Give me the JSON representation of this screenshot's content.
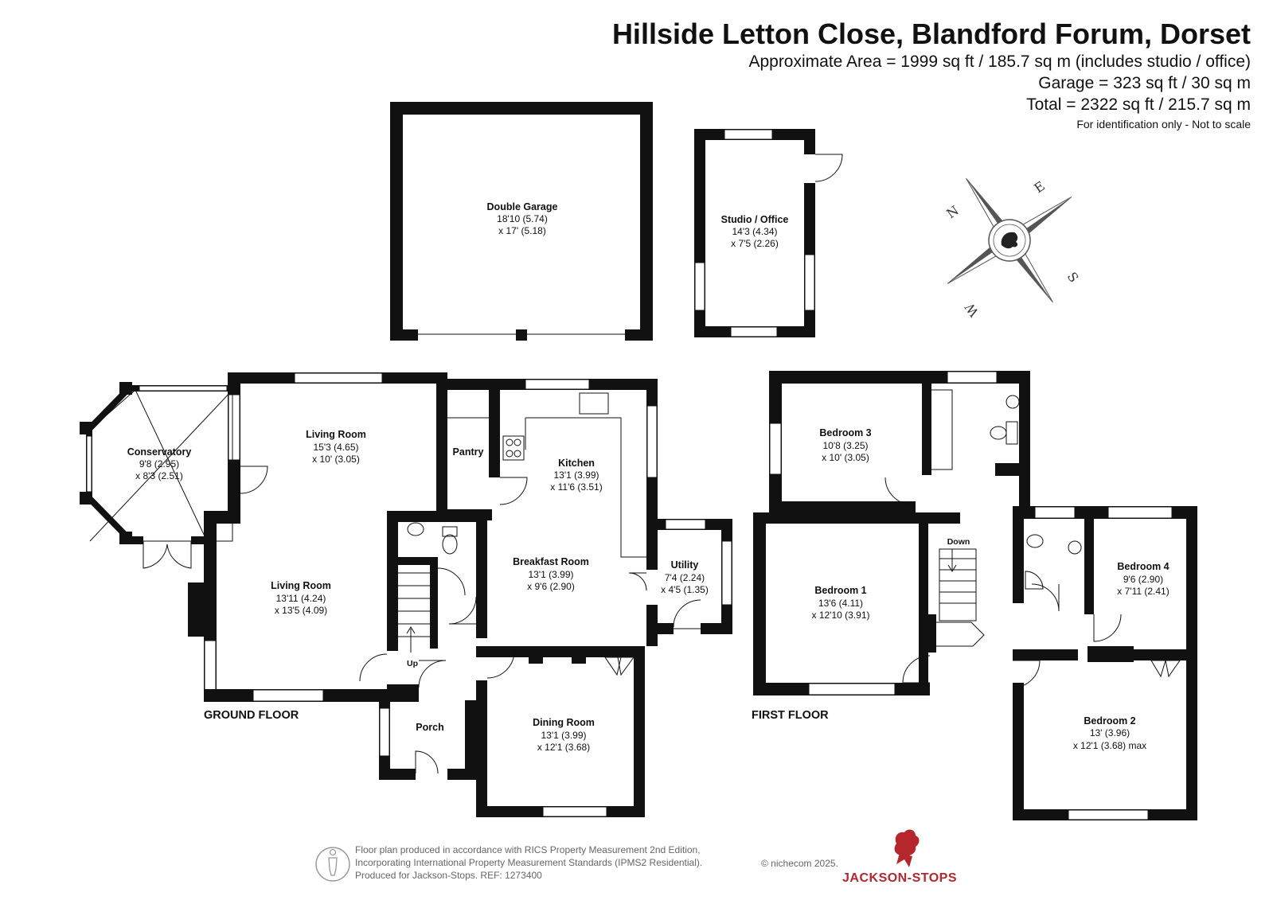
{
  "header": {
    "title": "Hillside Letton Close, Blandford Forum, Dorset",
    "area_lines": [
      "Approximate Area = 1999 sq ft / 185.7 sq m (includes studio / office)",
      "Garage = 323 sq ft / 30 sq m",
      "Total = 2322 sq ft / 215.7 sq m"
    ],
    "note": "For identification only - Not to scale"
  },
  "compass": {
    "letters": [
      "N",
      "E",
      "S",
      "W"
    ]
  },
  "floors": {
    "ground": "GROUND FLOOR",
    "first": "FIRST FLOOR"
  },
  "rooms": {
    "garage": {
      "name": "Double Garage",
      "dim1": "18'10 (5.74)",
      "dim2": "x 17' (5.18)"
    },
    "studio": {
      "name": "Studio / Office",
      "dim1": "14'3 (4.34)",
      "dim2": "x 7'5 (2.26)"
    },
    "conservatory": {
      "name": "Conservatory",
      "dim1": "9'8 (2.95)",
      "dim2": "x 8'3 (2.51)"
    },
    "living_upper": {
      "name": "Living Room",
      "dim1": "15'3 (4.65)",
      "dim2": "x 10' (3.05)"
    },
    "living_lower": {
      "name": "Living Room",
      "dim1": "13'11 (4.24)",
      "dim2": "x 13'5 (4.09)"
    },
    "pantry": {
      "name": "Pantry"
    },
    "kitchen": {
      "name": "Kitchen",
      "dim1": "13'1 (3.99)",
      "dim2": "x 11'6 (3.51)"
    },
    "breakfast": {
      "name": "Breakfast Room",
      "dim1": "13'1 (3.99)",
      "dim2": "x 9'6 (2.90)"
    },
    "utility": {
      "name": "Utility",
      "dim1": "7'4 (2.24)",
      "dim2": "x 4'5 (1.35)"
    },
    "dining": {
      "name": "Dining Room",
      "dim1": "13'1 (3.99)",
      "dim2": "x 12'1 (3.68)"
    },
    "porch": {
      "name": "Porch"
    },
    "bedroom3": {
      "name": "Bedroom 3",
      "dim1": "10'8 (3.25)",
      "dim2": "x 10' (3.05)"
    },
    "bedroom1": {
      "name": "Bedroom 1",
      "dim1": "13'6 (4.11)",
      "dim2": "x 12'10 (3.91)"
    },
    "bedroom4": {
      "name": "Bedroom 4",
      "dim1": "9'6 (2.90)",
      "dim2": "x 7'11 (2.41)"
    },
    "bedroom2": {
      "name": "Bedroom 2",
      "dim1": "13' (3.96)",
      "dim2": "x 12'1 (3.68) max"
    }
  },
  "stairs": {
    "up": "Up",
    "down": "Down"
  },
  "footer": {
    "credits": [
      "Floor plan produced in accordance with RICS Property Measurement 2nd Edition,",
      "Incorporating International Property Measurement Standards (IPMS2 Residential).",
      "Produced for Jackson-Stops.   REF:  1273400"
    ],
    "copyright": "© nichecom 2025.",
    "brand": "JACKSON-STOPS"
  },
  "colors": {
    "walls": "#111111",
    "brand": "#b5262d",
    "footer_text": "#666666",
    "compass": "#555555"
  }
}
